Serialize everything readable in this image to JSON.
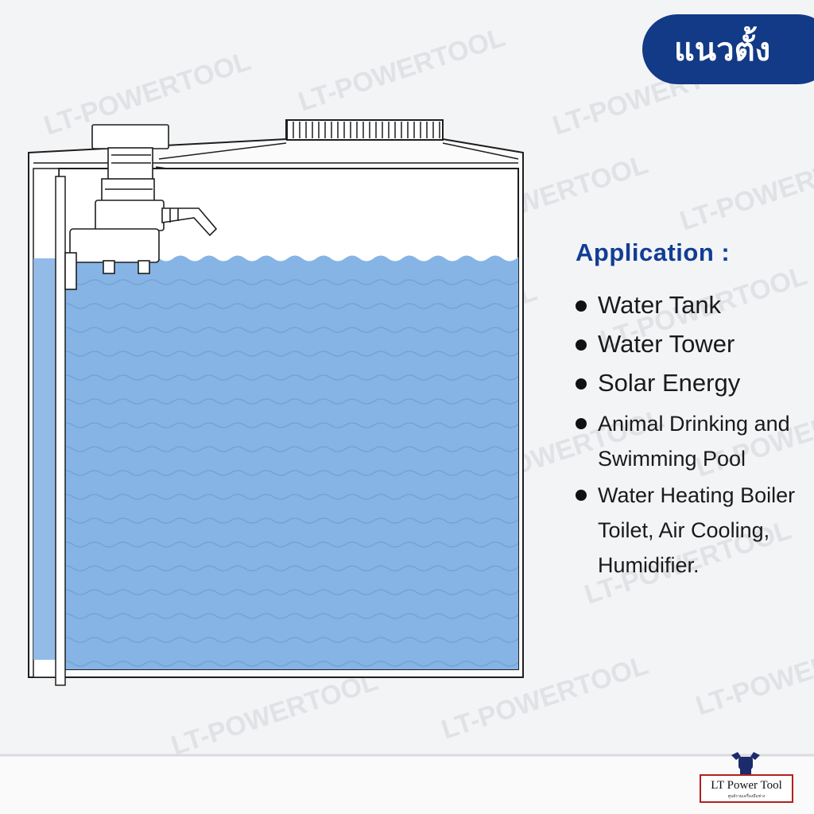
{
  "badge": {
    "label": "แนวตั้ง"
  },
  "watermark": {
    "text": "LT-POWERTOOL"
  },
  "application": {
    "title": "Application :",
    "items": [
      {
        "lines": [
          "Water Tank"
        ]
      },
      {
        "lines": [
          "Water Tower"
        ]
      },
      {
        "lines": [
          "Solar Energy"
        ]
      },
      {
        "lines": [
          "Animal Drinking and",
          "Swimming Pool"
        ]
      },
      {
        "lines": [
          "Water Heating Boiler",
          "Toilet, Air Cooling,",
          "Humidifier."
        ]
      }
    ]
  },
  "logo": {
    "name": "LT Power Tool",
    "tagline": "ศูนย์รวมเครื่องมือช่าง"
  },
  "colors": {
    "badge": "#123a86",
    "title": "#123d95",
    "water": "#86b4e5",
    "outline": "#1e1e1e"
  }
}
